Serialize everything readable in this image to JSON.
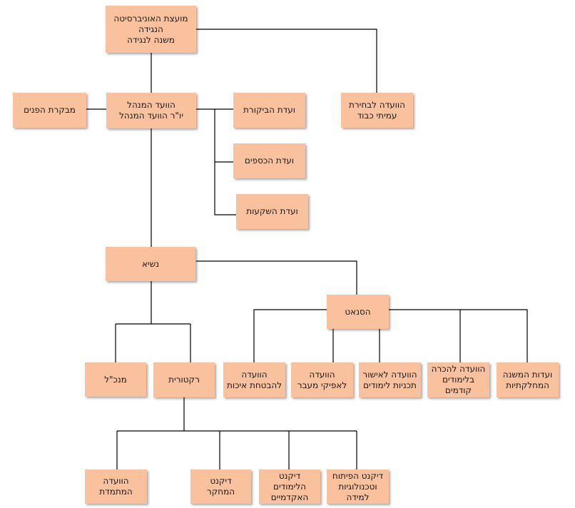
{
  "nodes": {
    "council": "מועצת האוניברסיטה\nהנגידה\nמשנה לנגידה",
    "honorary_committee": "הוועדה לבחירת\nעמיתי כבוד",
    "internal_auditor": "מבקרת הפנים",
    "executive_board": "הוועד המנהל\nיו\"ר הוועד המנהל",
    "audit_committee": "ועדת הביקורת",
    "finance_committee": "ועדת הכספים",
    "investment_committee": "ועדת השקעות",
    "president": "נשיא",
    "senate": "הסנאט",
    "director_general": "מנכ\"ל",
    "rectorate": "רקטורית",
    "quality_committee": "הוועדה\nלהבטחת איכות",
    "transfer_committee": "הוועדה\nלאפיקי מעבר",
    "programs_committee": "הוועדה לאישור\nתכניות לימודים",
    "prior_learning_committee": "הוועדה להכרה\nבלימודים\nקודמים",
    "department_committees": "ועדות המשנה\nהמחלקתיות",
    "standing_committee": "הוועדה\nהמתמדת",
    "research_dean": "דיקנט\nהמחקר",
    "academic_dean": "דיקנט\nהלימודים\nהאקדמיים",
    "development_dean": "דיקנט הפיתוח\nוטכנולוגיות\nלמידה"
  }
}
